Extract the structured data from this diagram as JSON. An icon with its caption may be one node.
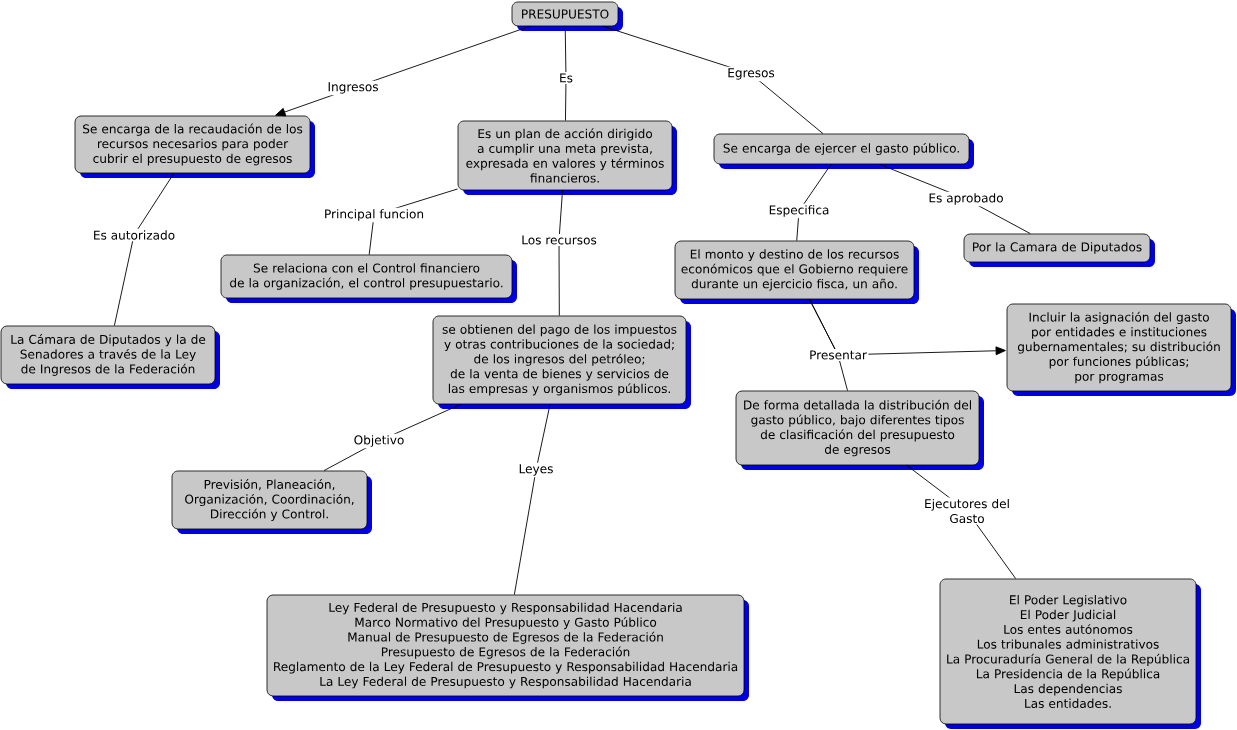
{
  "diagram": {
    "nodes": [
      {
        "text": [
          "PRESUPUESTO"
        ]
      },
      {
        "text": [
          "Se encarga de la recaudación de los recursos necesarios para poder cubrir el presupuesto de egresos"
        ]
      },
      {
        "text": [
          "Es un plan de acción dirigido a cumplir una meta prevista, expresada en valores y términos financieros."
        ]
      },
      {
        "text": [
          "Se encarga de ejercer el gasto público."
        ]
      },
      {
        "text": [
          "Se relaciona con el Control financiero de la organización, el control presupuestario."
        ]
      },
      {
        "text": [
          "El monto y destino de los recursos económicos que el Gobierno requiere durante un ejercicio fisca, un año."
        ]
      },
      {
        "text": [
          "Por la Camara de Diputados"
        ]
      },
      {
        "text": [
          "La Cámara de Diputados y la de Senadores a través de la Ley de Ingresos de la Federación"
        ]
      },
      {
        "text": [
          "Incluir la asignación del gasto por entidades e instituciones gubernamentales; su distribución por funciones públicas; por programas"
        ]
      },
      {
        "text": [
          "se obtienen del pago de los impuestos y otras contribuciones de la sociedad; de los ingresos del petróleo; de la venta de bienes y servicios de las empresas y organismos públicos."
        ]
      },
      {
        "text": [
          "De forma detallada la distribución del gasto público, bajo diferentes tipos de clasificación del presupuesto de egresos"
        ]
      },
      {
        "text": [
          "Previsión, Planeación, Organización, Coordinación, Dirección y Control."
        ]
      },
      {
        "text": [
          "Ley Federal de Presupuesto y Responsabilidad Hacendaria",
          "Marco Normativo del Presupuesto y Gasto Público",
          "Manual de Presupuesto de Egresos de la Federación",
          "Presupuesto de Egresos de la Federación",
          "Reglamento de la Ley Federal de Presupuesto y Responsabilidad Hacendaria",
          "La Ley Federal de Presupuesto y Responsabilidad Hacendaria"
        ]
      },
      {
        "text": [
          "El Poder Legislativo",
          "El Poder Judicial",
          "Los entes autónomos",
          "Los tribunales administrativos",
          "La Procuraduría General de la República",
          "La Presidencia de la República",
          "Las dependencias",
          "Las entidades."
        ]
      }
    ],
    "edges": [
      {
        "from": 0,
        "to": 1,
        "arrow": "to",
        "label": "Ingresos"
      },
      {
        "from": 0,
        "to": 2,
        "arrow": "none",
        "label": "Es"
      },
      {
        "from": 0,
        "to": 3,
        "arrow": "none",
        "label": "Egresos"
      },
      {
        "from": 1,
        "to": 7,
        "arrow": "none",
        "label": "Es autorizado"
      },
      {
        "from": 2,
        "to": 4,
        "arrow": "none",
        "label": "Principal funcion"
      },
      {
        "from": 2,
        "to": 9,
        "arrow": "none",
        "label": "Los recursos"
      },
      {
        "from": 3,
        "to": 5,
        "arrow": "none",
        "label": "Especifica"
      },
      {
        "from": 3,
        "to": 6,
        "arrow": "none",
        "label": "Es aprobado"
      },
      {
        "from": 5,
        "to": 10,
        "arrow": "none",
        "label": "Presentar"
      },
      {
        "from": 5,
        "to": 8,
        "arrow": "to"
      },
      {
        "from": 9,
        "to": 11,
        "arrow": "none",
        "label": "Objetivo"
      },
      {
        "from": 9,
        "to": 12,
        "arrow": "none",
        "label": "Leyes"
      },
      {
        "from": 10,
        "to": 13,
        "arrow": "none",
        "label": "Ejecutores del Gasto"
      }
    ]
  }
}
